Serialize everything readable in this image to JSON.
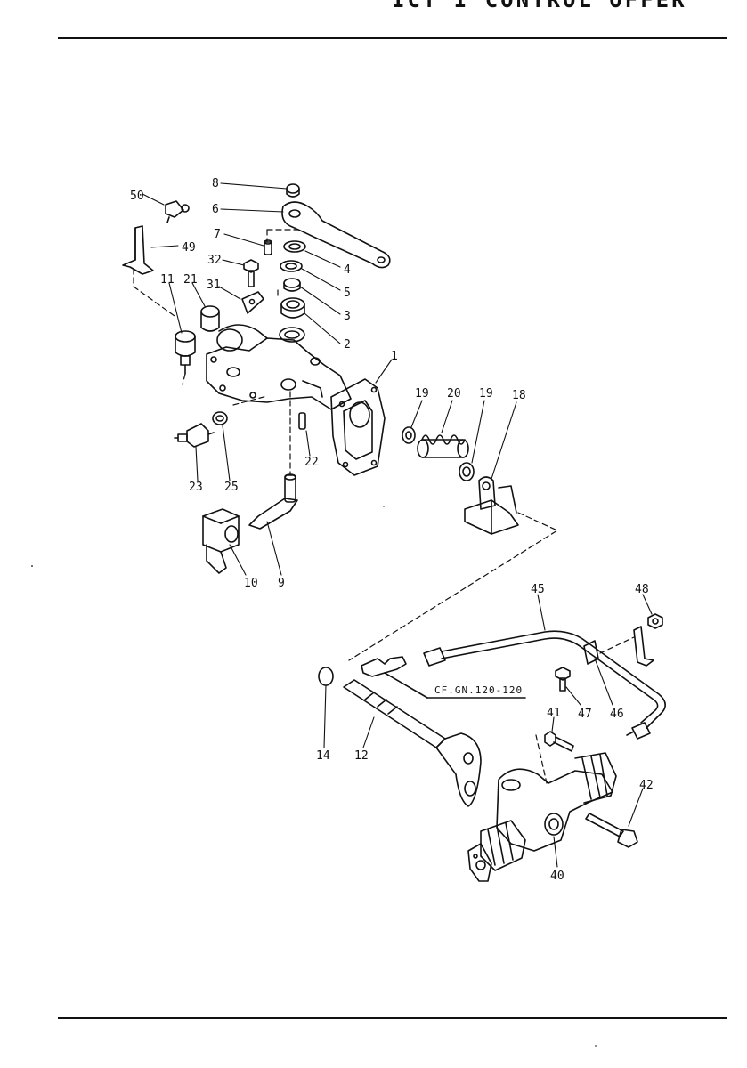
{
  "page": {
    "header_text": "ICT I CONTROL OFFER"
  },
  "diagram": {
    "reference_note": "CF.GN.120-120",
    "callouts": [
      {
        "id": "c50",
        "label": "50"
      },
      {
        "id": "c8",
        "label": "8"
      },
      {
        "id": "c6",
        "label": "6"
      },
      {
        "id": "c7",
        "label": "7"
      },
      {
        "id": "c49",
        "label": "49"
      },
      {
        "id": "c4",
        "label": "4"
      },
      {
        "id": "c32",
        "label": "32"
      },
      {
        "id": "c5",
        "label": "5"
      },
      {
        "id": "c11",
        "label": "11"
      },
      {
        "id": "c21",
        "label": "21"
      },
      {
        "id": "c31",
        "label": "31"
      },
      {
        "id": "c3",
        "label": "3"
      },
      {
        "id": "c2",
        "label": "2"
      },
      {
        "id": "c1",
        "label": "1"
      },
      {
        "id": "c19a",
        "label": "19"
      },
      {
        "id": "c20",
        "label": "20"
      },
      {
        "id": "c19b",
        "label": "19"
      },
      {
        "id": "c18",
        "label": "18"
      },
      {
        "id": "c22",
        "label": "22"
      },
      {
        "id": "c23",
        "label": "23"
      },
      {
        "id": "c25",
        "label": "25"
      },
      {
        "id": "c10",
        "label": "10"
      },
      {
        "id": "c9",
        "label": "9"
      },
      {
        "id": "c45",
        "label": "45"
      },
      {
        "id": "c48",
        "label": "48"
      },
      {
        "id": "c47",
        "label": "47"
      },
      {
        "id": "c46",
        "label": "46"
      },
      {
        "id": "c41",
        "label": "41"
      },
      {
        "id": "c42",
        "label": "42"
      },
      {
        "id": "c14",
        "label": "14"
      },
      {
        "id": "c12",
        "label": "12"
      },
      {
        "id": "c40",
        "label": "40"
      }
    ]
  }
}
